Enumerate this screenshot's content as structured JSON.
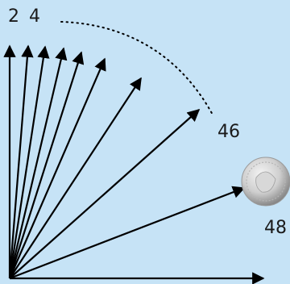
{
  "labels": {
    "top_left_1": "2",
    "top_left_2": "4",
    "mid_right": "46",
    "bottom_right": "48"
  },
  "colors": {
    "background": "#c6e3f6",
    "arrow": "#000000",
    "coin_light": "#e9e9e9",
    "coin_dark": "#8b8b8b"
  },
  "icons": {
    "coin": "coin-icon"
  }
}
